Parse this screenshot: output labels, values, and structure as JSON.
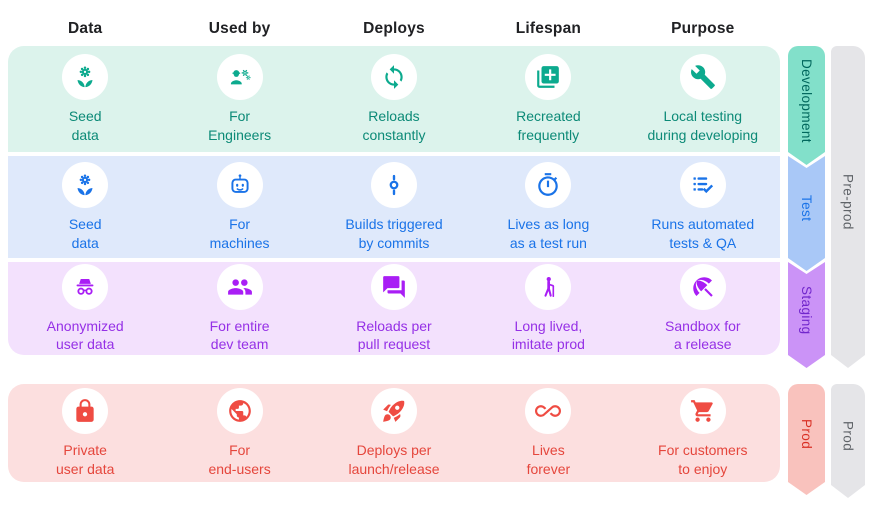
{
  "header": {
    "columns": [
      "Data",
      "Used by",
      "Deploys",
      "Lifespan",
      "Purpose"
    ]
  },
  "rows": [
    {
      "name": "Development",
      "ribbon_label": "Development",
      "colors": {
        "bg": "#dcf3ec",
        "accent": "#0caa8e",
        "text": "#0c8a77",
        "ribbon": "#82e0ca",
        "ribbon_text": "#00675c"
      },
      "cells": [
        {
          "icon": "seed-data-flower",
          "label": "Seed\ndata"
        },
        {
          "icon": "engineer",
          "label": "For\nEngineers"
        },
        {
          "icon": "sync",
          "label": "Reloads\nconstantly"
        },
        {
          "icon": "copy-add",
          "label": "Recreated\nfrequently"
        },
        {
          "icon": "wrench",
          "label": "Local testing\nduring developing"
        }
      ]
    },
    {
      "name": "Test",
      "ribbon_label": "Test",
      "colors": {
        "bg": "#dfe9fb",
        "accent": "#1a73e8",
        "text": "#1a73e8",
        "ribbon": "#a9c8f7",
        "ribbon_text": "#1a73e8"
      },
      "cells": [
        {
          "icon": "seed-data-flower",
          "label": "Seed\ndata"
        },
        {
          "icon": "robot",
          "label": "For\nmachines"
        },
        {
          "icon": "commit",
          "label": "Builds triggered\nby commits"
        },
        {
          "icon": "timer",
          "label": "Lives as long\nas a test run"
        },
        {
          "icon": "checklist",
          "label": "Runs automated\ntests & QA"
        }
      ]
    },
    {
      "name": "Staging",
      "ribbon_label": "Staging",
      "colors": {
        "bg": "#f3e1fd",
        "accent": "#a91ef5",
        "text": "#9530e6",
        "ribbon": "#cb93f7",
        "ribbon_text": "#7126cc"
      },
      "cells": [
        {
          "icon": "incognito",
          "label": "Anonymized\nuser data"
        },
        {
          "icon": "team-group",
          "label": "For entire\ndev team"
        },
        {
          "icon": "forum-chat",
          "label": "Reloads per\npull request"
        },
        {
          "icon": "elderly",
          "label": "Long lived,\nimitate prod"
        },
        {
          "icon": "beach-umbrella",
          "label": "Sandbox for\na release"
        }
      ]
    },
    {
      "name": "Prod",
      "ribbon_label": "Prod",
      "colors": {
        "bg": "#fcdfdf",
        "accent": "#ef4c43",
        "text": "#e5463c",
        "ribbon": "#f9c2bd",
        "ribbon_text": "#d93025"
      },
      "cells": [
        {
          "icon": "lock",
          "label": "Private\nuser data"
        },
        {
          "icon": "globe",
          "label": "For\nend-users"
        },
        {
          "icon": "rocket-launch",
          "label": "Deploys per\nlaunch/release"
        },
        {
          "icon": "infinity",
          "label": "Lives\nforever"
        },
        {
          "icon": "shopping-cart",
          "label": "For customers\nto enjoy"
        }
      ]
    }
  ],
  "side_ribbons": [
    {
      "label": "Pre-prod",
      "colors": {
        "fill": "#e5e5e8",
        "text": "#5f6368"
      }
    },
    {
      "label": "Prod",
      "colors": {
        "fill": "#e5e5e8",
        "text": "#5f6368"
      }
    }
  ]
}
